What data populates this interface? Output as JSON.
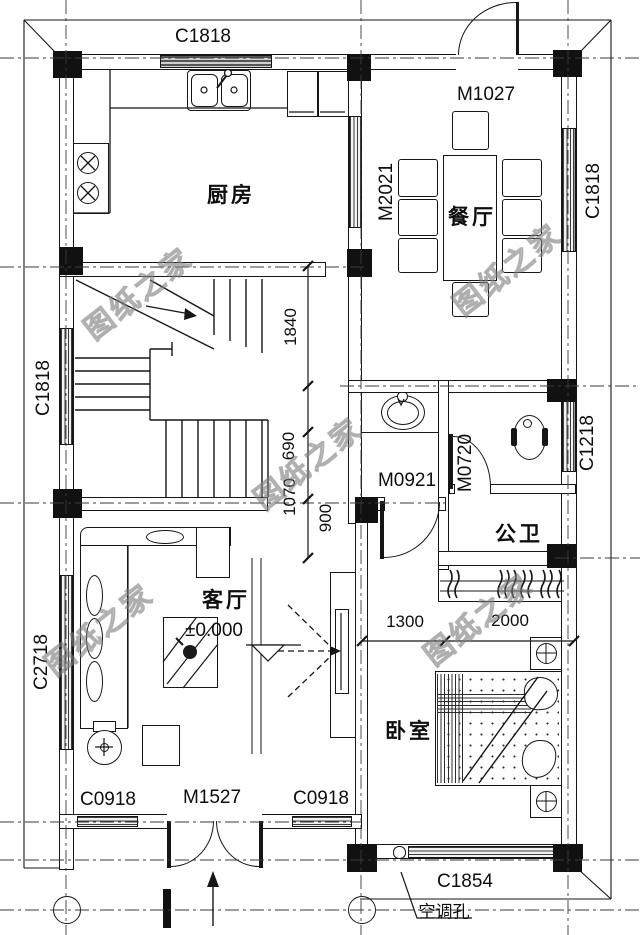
{
  "watermark": {
    "text": "图纸之家"
  },
  "rooms": {
    "kitchen": "厨房",
    "dining": "餐厅",
    "bathroom": "公卫",
    "living": "客厅",
    "bedroom": "卧室"
  },
  "labels": {
    "win_top": "C1818",
    "door_dining_top": "M1027",
    "door_kitchen_dining": "M2021",
    "win_right_top": "C1818",
    "win_left_stair": "C1818",
    "win_right_bath": "C1218",
    "door_bath": "M0720",
    "door_hall": "M0921",
    "win_left_living": "C2718",
    "win_living_left": "C0918",
    "door_entry": "M1527",
    "win_living_right": "C0918",
    "win_bedroom": "C1854",
    "ac_hole": "空调孔"
  },
  "dims": {
    "v1": "1840",
    "v2": "690",
    "v3": "1070",
    "v4": "900",
    "h1": "1300",
    "h2": "2000",
    "level": "±0.000"
  },
  "colors": {
    "line": "#161616",
    "watermark": "#8c8c8c"
  }
}
